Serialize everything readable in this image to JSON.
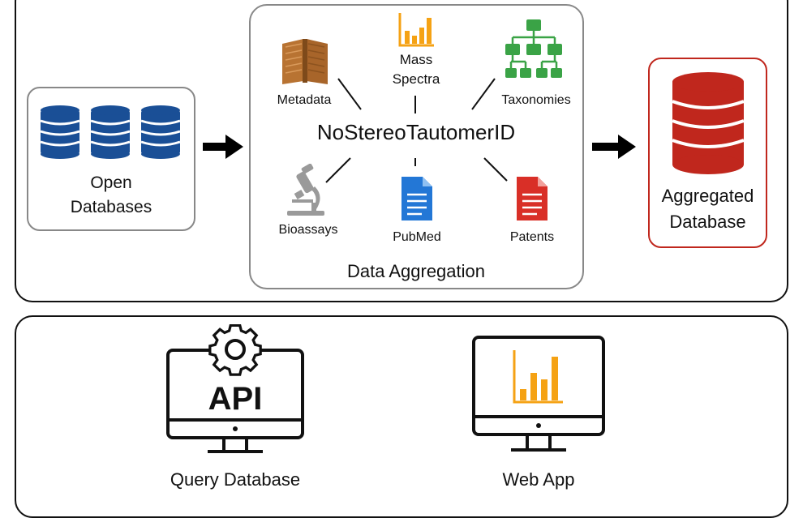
{
  "top_panel": {
    "open_databases": {
      "label_line1": "Open",
      "label_line2": "Databases",
      "db_color": "#1a4f96"
    },
    "aggregation": {
      "center_label": "NoStereoTautomerID",
      "caption": "Data Aggregation",
      "sources": {
        "metadata": "Metadata",
        "mass_spectra_line1": "Mass",
        "mass_spectra_line2": "Spectra",
        "taxonomies": "Taxonomies",
        "bioassays": "Bioassays",
        "pubmed": "PubMed",
        "patents": "Patents"
      },
      "colors": {
        "book": "#b87332",
        "chart": "#f5a214",
        "tree": "#3aa346",
        "microscope": "#9a9a9a",
        "pubmed_doc": "#2377d6",
        "patent_doc": "#d92f27"
      }
    },
    "aggregated_database": {
      "label_line1": "Aggregated",
      "label_line2": "Database",
      "color": "#c0271d"
    }
  },
  "bottom_panel": {
    "api": {
      "screen_text": "API",
      "label": "Query Database"
    },
    "web_app": {
      "label": "Web App",
      "chart_color": "#f5a214"
    }
  }
}
